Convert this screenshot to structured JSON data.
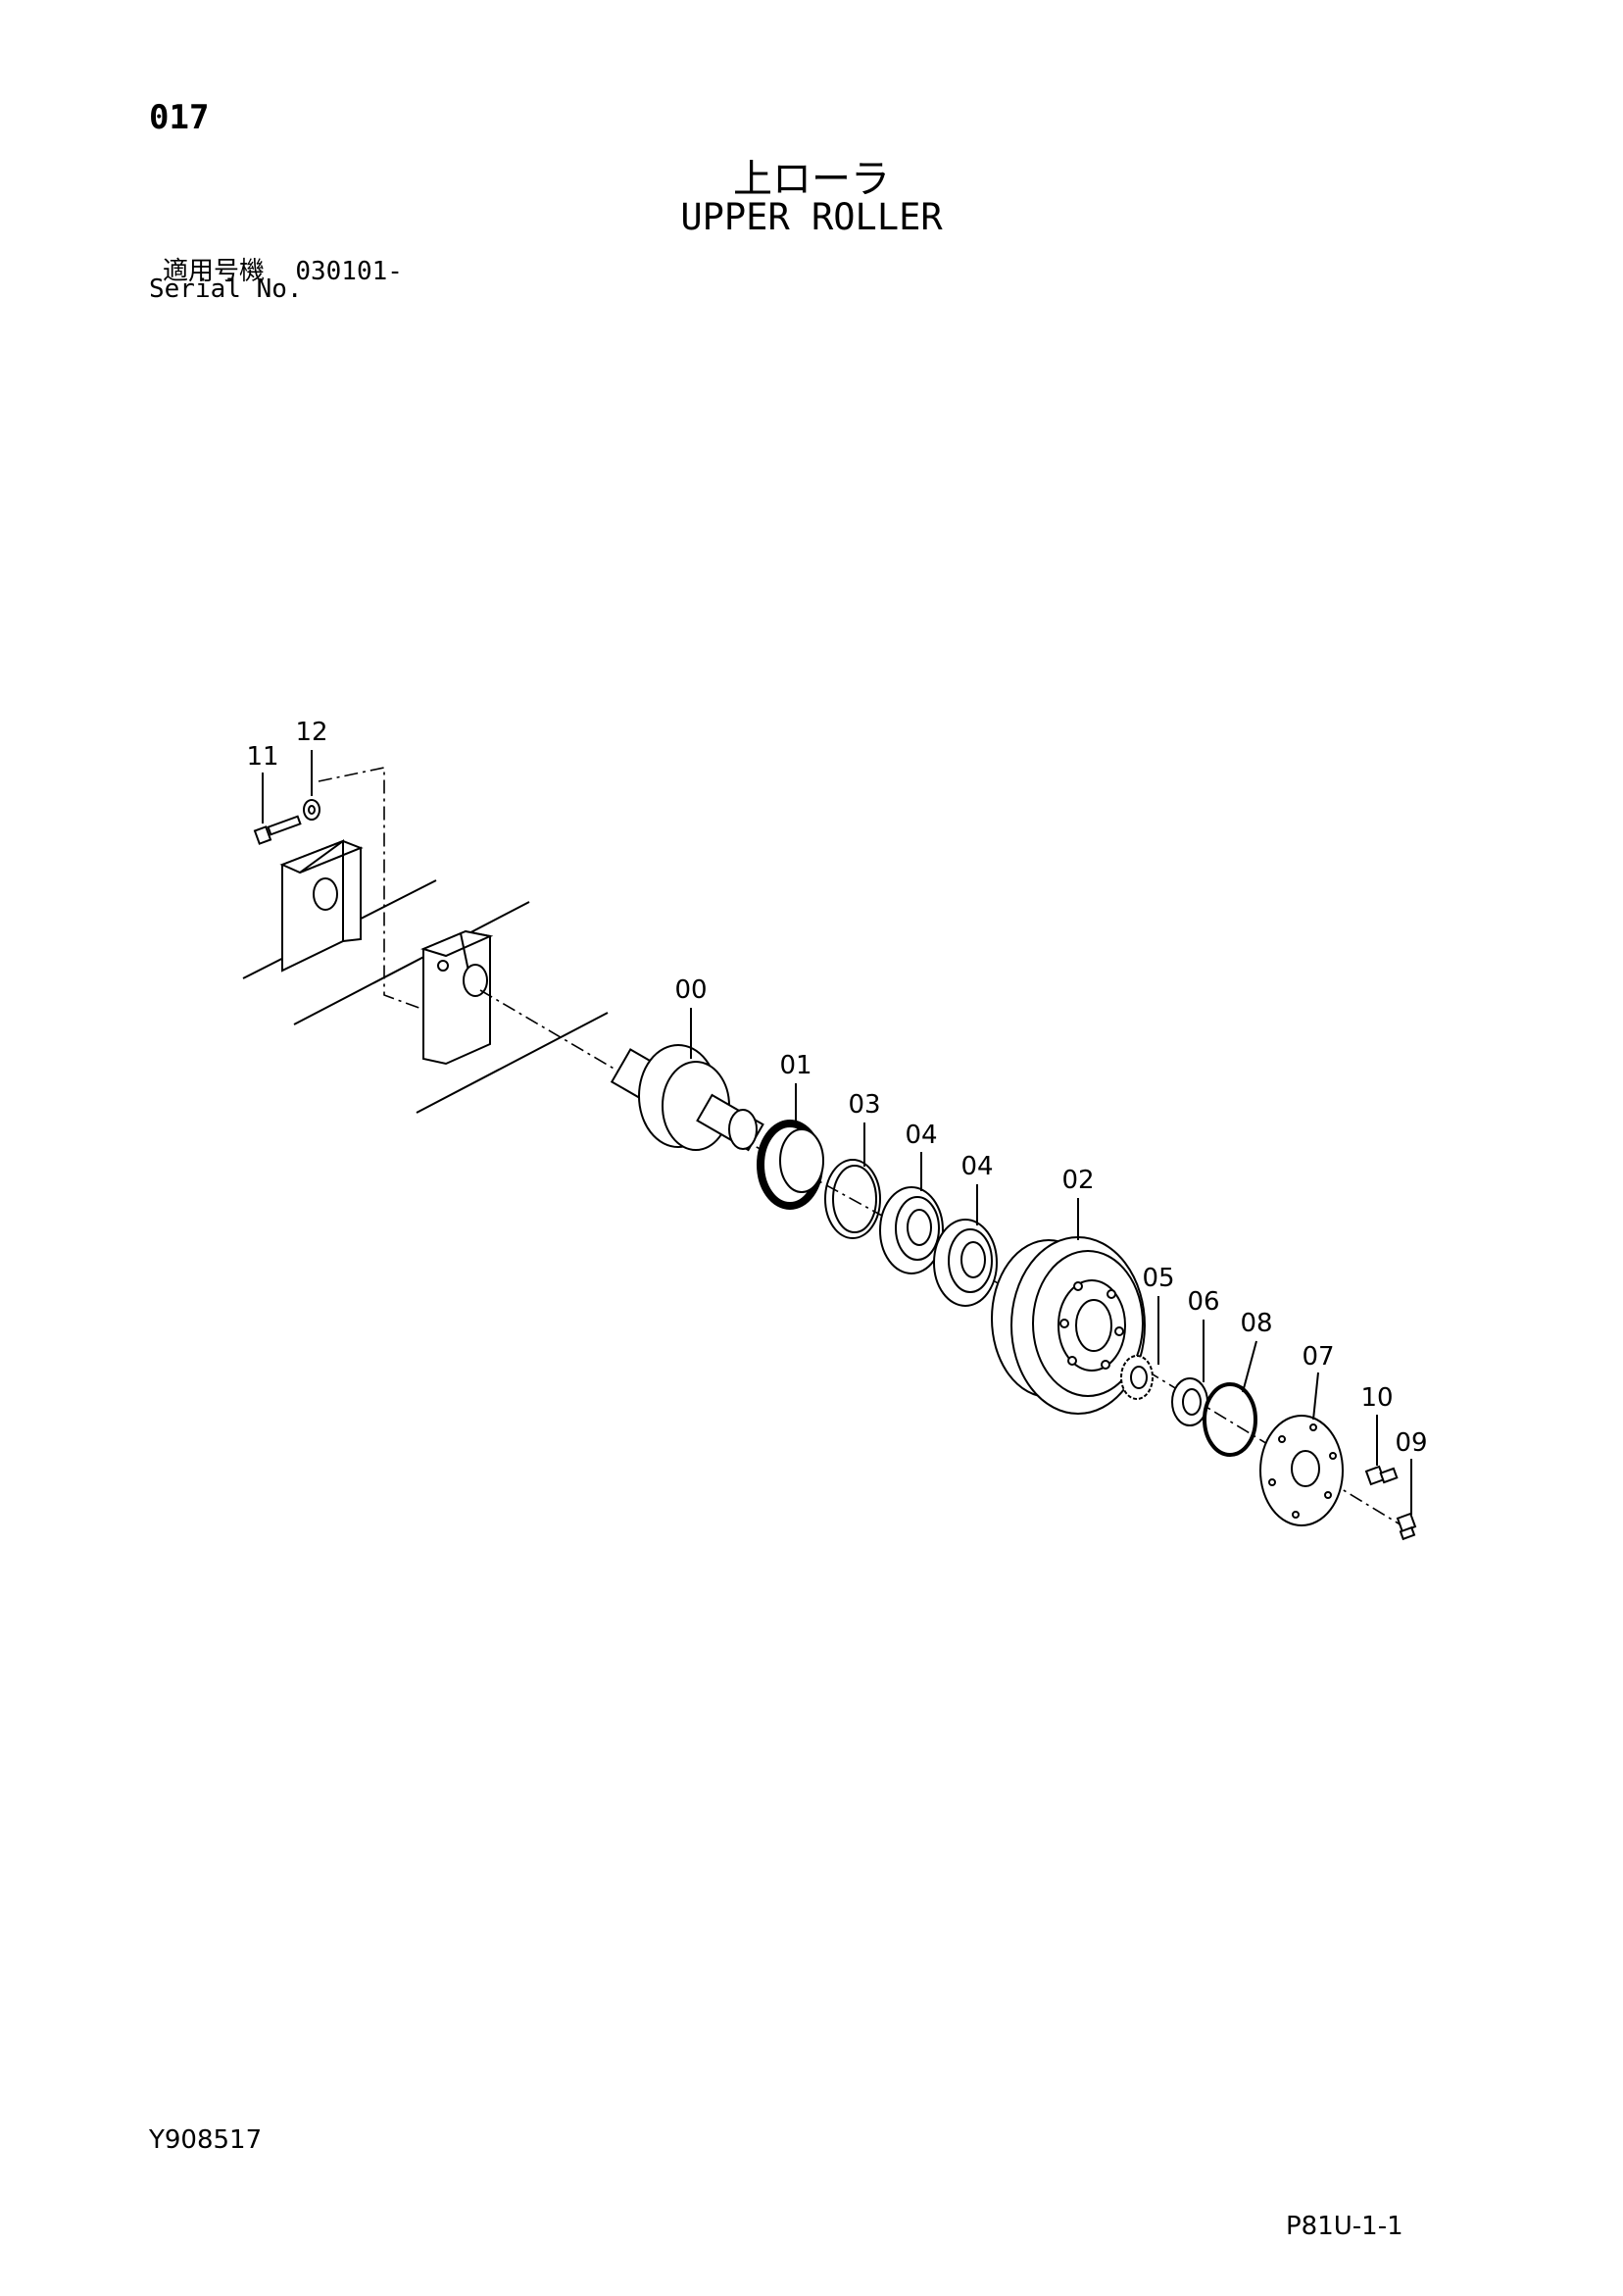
{
  "header": {
    "page_number": "017",
    "title_ja": "上ローラ",
    "title_en": "UPPER ROLLER",
    "serial_label_ja": "適用号機",
    "serial_value": "030101-",
    "serial_label_en": "Serial No."
  },
  "footer": {
    "doc_id": "Y908517",
    "sheet_ref": "P81U-1-1"
  },
  "callouts": {
    "c00": "00",
    "c01": "01",
    "c02": "02",
    "c03": "03",
    "c04a": "04",
    "c04b": "04",
    "c05": "05",
    "c06": "06",
    "c07": "07",
    "c08": "08",
    "c09": "09",
    "c10": "10",
    "c11": "11",
    "c12": "12"
  }
}
